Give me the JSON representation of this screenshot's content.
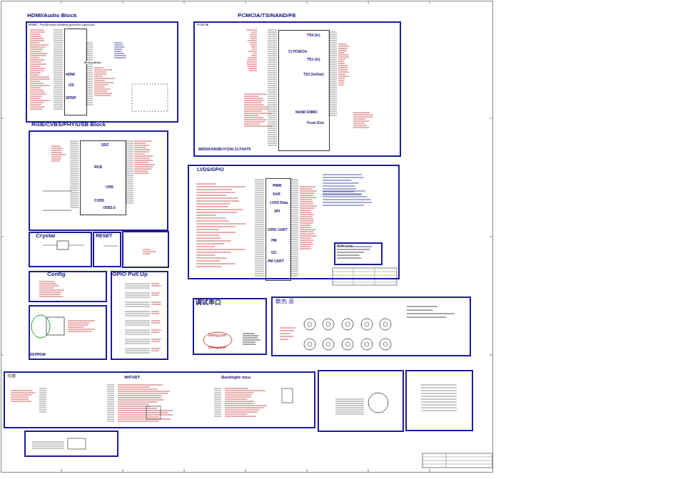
{
  "diagram": {
    "nodes": [
      {
        "text": [
          "HDMI/Audio Block",
          "HDMI2 : Port A needs shielding ground at signal pair"
        ]
      },
      {
        "text": [
          "HDMI",
          "I2S",
          "SPDIF"
        ],
        "in": 0
      },
      {
        "text": [
          "PCMCIA/TS/NAND/FE",
          "PCMCIA",
          "MSD6A838UYGN:1174475"
        ]
      },
      {
        "text": [
          "TS0 (In)",
          "CI PCMCIA",
          "TS1 (In)",
          "TS2 (In/Out)",
          "NAND EMMC",
          "Front End"
        ],
        "in": 2
      },
      {
        "text": [
          "RGB/CVBS/PHY/USB Block"
        ]
      },
      {
        "text": [
          "DDC",
          "RGB",
          "USB",
          "CVBS",
          "USB3.0"
        ],
        "in": 4
      },
      {
        "text": [
          "Crystal"
        ]
      },
      {
        "text": [
          "RESET"
        ]
      },
      {
        "text": [
          "Config"
        ]
      },
      {
        "text": [
          "EEPROM"
        ]
      },
      {
        "text": [
          "GPIO Pull Up"
        ]
      },
      {
        "text": [
          "LVDS/GPIO"
        ]
      },
      {
        "text": [
          "PWM",
          "SAR",
          "LVDS Data",
          "SPI",
          "GPIO UART",
          "PM",
          "I2C",
          "PM UART"
        ],
        "in": 11
      },
      {
        "text": [
          "HDMI config"
        ],
        "in": 11
      },
      {
        "text": [
          "调试串口",
          "Debug port",
          "Debug port"
        ]
      },
      {
        "text": [
          "散热 器"
        ]
      },
      {
        "text": [
          "功放",
          "WiFi/BT",
          "Backlight mcu"
        ]
      }
    ],
    "labels": [
      "Analog Audio"
    ]
  }
}
